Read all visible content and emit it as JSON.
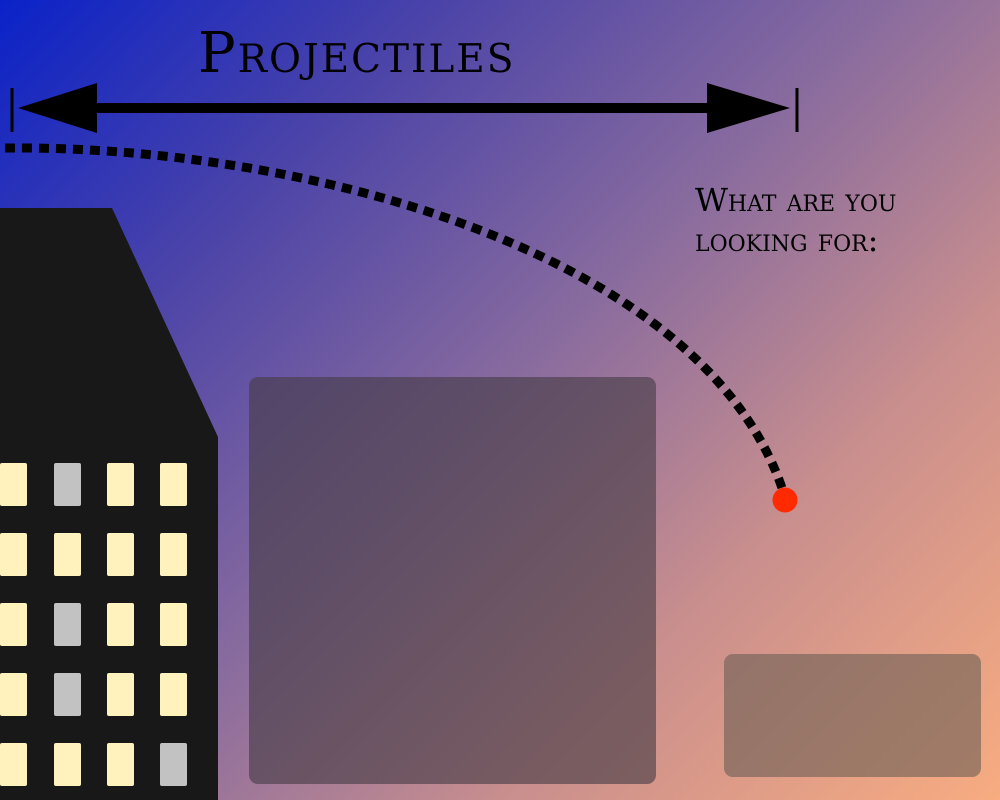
{
  "title": "Projectiles",
  "prompt": {
    "line1": "What are you",
    "line2": "looking for:"
  },
  "colors": {
    "building": "#181818",
    "window_lit": "#fff2bd",
    "window_dark": "#c2c2c2",
    "projectile": "#ff2a00",
    "trajectory": "#000000"
  },
  "building": {
    "window_states": [
      [
        "lit",
        "dark",
        "lit",
        "lit"
      ],
      [
        "lit",
        "lit",
        "lit",
        "lit"
      ],
      [
        "lit",
        "dark",
        "lit",
        "lit"
      ],
      [
        "lit",
        "dark",
        "lit",
        "lit"
      ],
      [
        "lit",
        "lit",
        "lit",
        "dark"
      ]
    ]
  }
}
